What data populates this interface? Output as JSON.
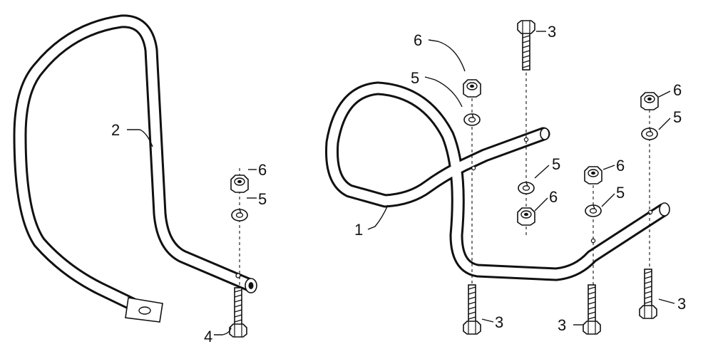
{
  "callouts": {
    "frame_left": "2",
    "frame_right": "1",
    "bolt_long": "3",
    "bolt_short": "4",
    "washer": "5",
    "nut": "6"
  },
  "colors": {
    "ink": "#111111",
    "paper": "#ffffff"
  }
}
